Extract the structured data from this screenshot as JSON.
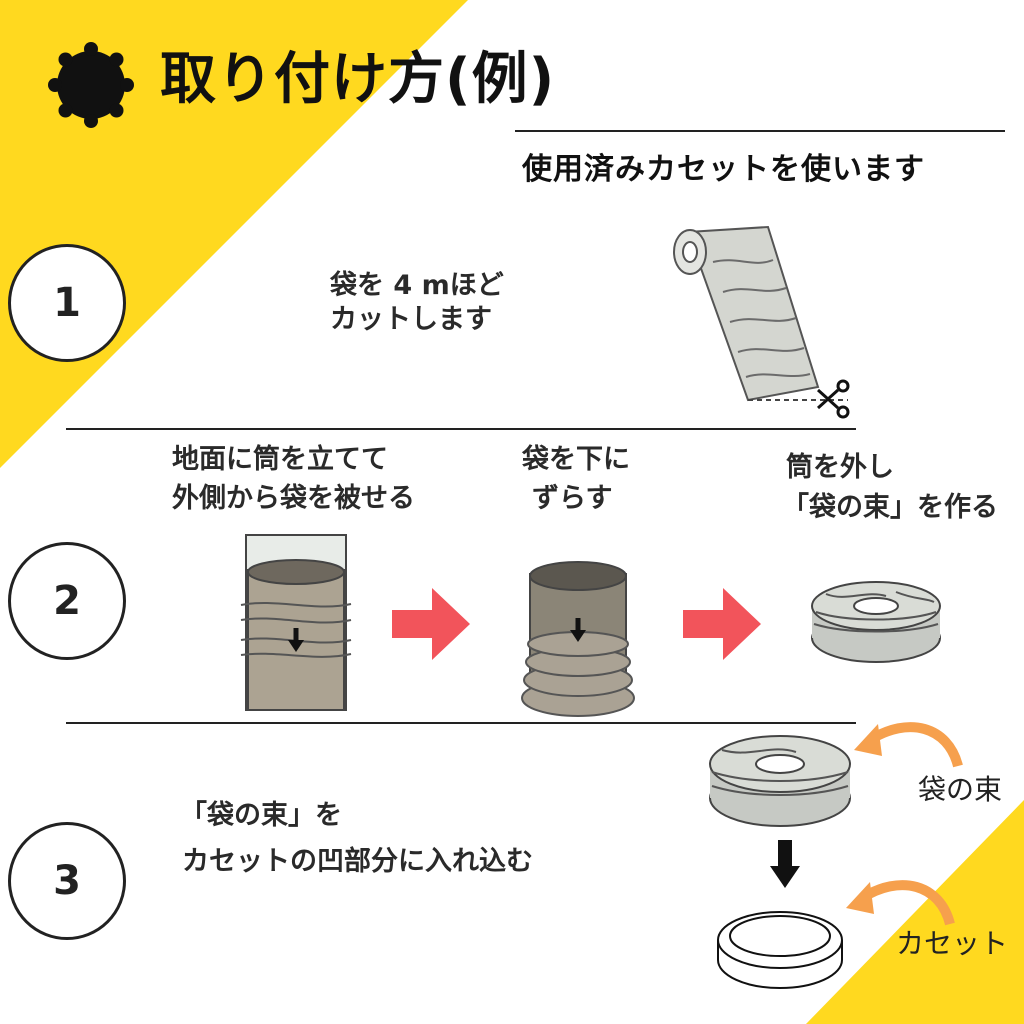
{
  "colors": {
    "accent": "#FFD91F",
    "arrow_red": "#F2545B",
    "arrow_orange": "#F6A04D"
  },
  "header": {
    "title": "取り付け方(例)",
    "subtitle": "使用済みカセットを使います",
    "badge_icon": "gear-icon"
  },
  "steps": [
    {
      "number": "1",
      "lines": [
        "袋を 4 mほど",
        "カットします"
      ]
    },
    {
      "number": "2",
      "substeps": [
        {
          "lines": [
            "地面に筒を立てて",
            "外側から袋を被せる"
          ]
        },
        {
          "lines": [
            "袋を下に",
            "ずらす"
          ]
        },
        {
          "lines": [
            "筒を外し",
            "「袋の束」を作る"
          ]
        }
      ]
    },
    {
      "number": "3",
      "lines": [
        "「袋の束」を",
        "カセットの凹部分に入れ込む"
      ],
      "callouts": {
        "bundle": "袋の束",
        "cassette": "カセット"
      }
    }
  ]
}
